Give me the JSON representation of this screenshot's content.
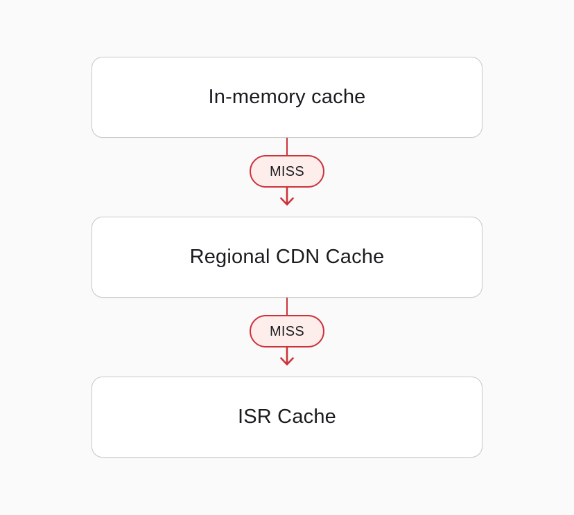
{
  "diagram": {
    "nodes": [
      {
        "label": "In-memory cache"
      },
      {
        "label": "Regional CDN Cache"
      },
      {
        "label": "ISR Cache"
      }
    ],
    "connectors": [
      {
        "label": "MISS"
      },
      {
        "label": "MISS"
      }
    ],
    "icons": [
      {
        "name": "arrow-down-icon"
      },
      {
        "name": "arrow-down-icon"
      }
    ],
    "colors": {
      "background": "#fafafa",
      "node_bg": "#ffffff",
      "node_border": "#c8c8c8",
      "text": "#1b1b1f",
      "accent_red": "#cb333b",
      "badge_bg": "#fdeeec"
    }
  }
}
